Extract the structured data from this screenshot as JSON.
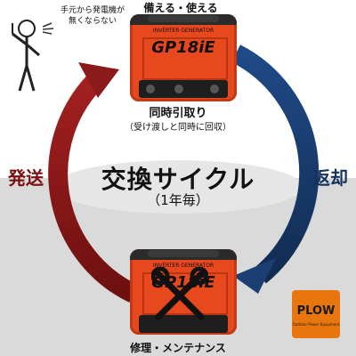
{
  "labels": {
    "top": "備える・使える",
    "pickup": "同時引取り",
    "pickup_sub": "（受け渡しと同時に回収）",
    "center_title": "交換サイクル",
    "center_sub": "（1年毎）",
    "repair": "修理・メンテナンス",
    "left_side": "発送",
    "right_side": "返却",
    "speech_line1": "手元から発電機が",
    "speech_line2": "無くならない"
  },
  "generator": {
    "brand_line": "INVERTER GENERATOR",
    "model": "GP18iE"
  },
  "logo": {
    "text": "PLOW",
    "sub": "Outdoor Power Equipment"
  },
  "colors": {
    "left_arrow": "#8b1a1a",
    "right_arrow": "#1b3f73",
    "generator": "#e8481e",
    "logo": "#e8760d"
  }
}
